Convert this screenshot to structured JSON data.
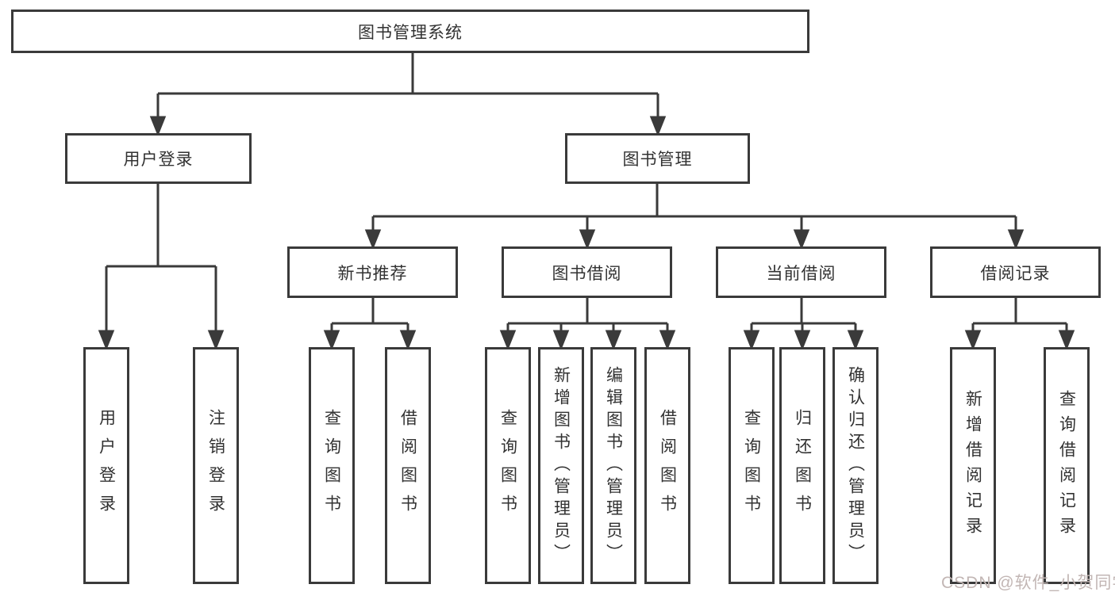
{
  "diagram": {
    "title": "图书管理系统",
    "root": {
      "label": "图书管理系统"
    },
    "level2": [
      {
        "id": "user-login",
        "label": "用户登录"
      },
      {
        "id": "book-management",
        "label": "图书管理"
      }
    ],
    "level3": [
      {
        "id": "new-book-recommend",
        "label": "新书推荐"
      },
      {
        "id": "book-borrowing",
        "label": "图书借阅"
      },
      {
        "id": "current-borrowing",
        "label": "当前借阅"
      },
      {
        "id": "borrowing-records",
        "label": "借阅记录"
      }
    ],
    "leaves": {
      "user_login": [
        "用户登录",
        "注销登录"
      ],
      "new_book_recommend": [
        "查询图书",
        "借阅图书"
      ],
      "book_borrowing": [
        "查询图书",
        "新增图书（管理员）",
        "编辑图书（管理员）",
        "借阅图书"
      ],
      "current_borrowing": [
        "查询图书",
        "归还图书",
        "确认归还（管理员）"
      ],
      "borrowing_records": [
        "新增借阅记录",
        "查询借阅记录"
      ]
    }
  },
  "watermark": {
    "text": "CSDN @软件_小贺同学"
  },
  "colors": {
    "line": "#3a3a3a",
    "text": "#323232",
    "box_fill": "#ffffff",
    "watermark": "#c2b6b4",
    "background": "#ffffff"
  }
}
